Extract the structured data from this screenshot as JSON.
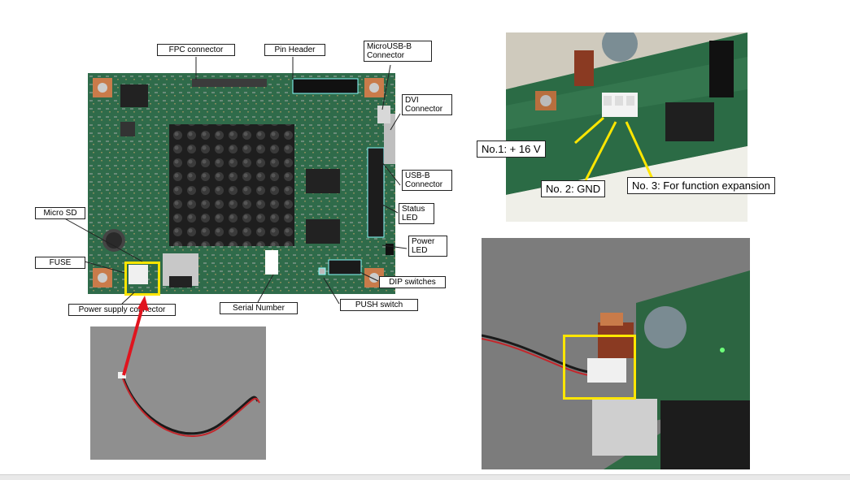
{
  "board_labels": {
    "fpc": "FPC connector",
    "pin_header": "Pin Header",
    "microusb": "MicroUSB-B Connector",
    "dvi": "DVI Connector",
    "usbb": "USB-B Connector",
    "status_led": "Status LED",
    "power_led": "Power LED",
    "dip": "DIP switches",
    "push": "PUSH switch",
    "serial": "Serial Number",
    "micro_sd": "Micro SD",
    "fuse": "FUSE",
    "power_conn": "Power supply connector"
  },
  "pinout_labels": {
    "pin1": "No.1: + 16 V",
    "pin2": "No. 2: GND",
    "pin3": "No. 3: For function expansion"
  },
  "colors": {
    "highlight": "#ffe600",
    "arrow": "#e0141e",
    "pcb": "#2f6b4a"
  }
}
